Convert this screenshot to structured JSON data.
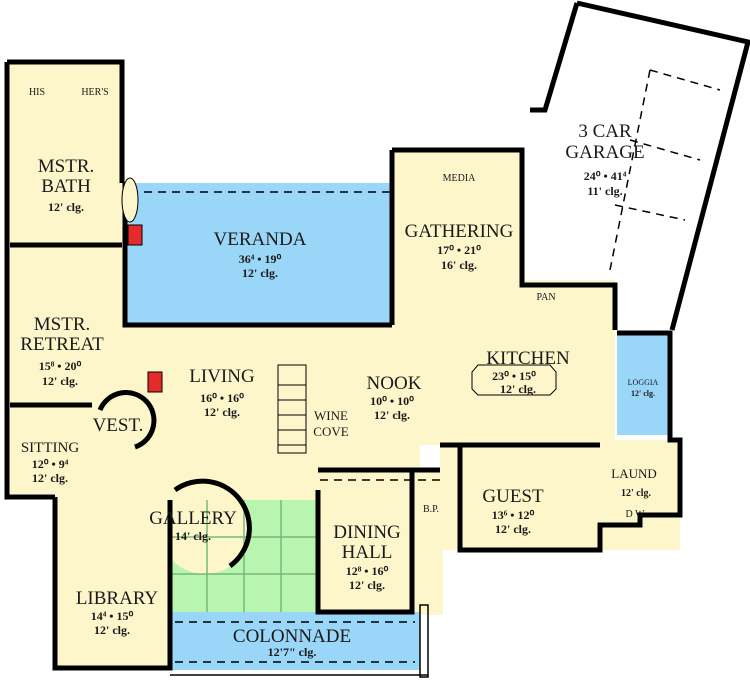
{
  "colors": {
    "floor": "#FDF6CB",
    "veranda": "#9AD6F8",
    "courtyard": "#B8F5B1",
    "fireplace": "#E52A2A",
    "walls": "#000000"
  },
  "rooms": [
    {
      "name": "HIS"
    },
    {
      "name": "HER'S"
    },
    {
      "name": "MSTR. BATH",
      "ceiling": "12' clg."
    },
    {
      "name": "MSTR. RETREAT",
      "dims": "15⁸ • 20⁰",
      "ceiling": "12' clg."
    },
    {
      "name": "SITTING",
      "dims": "12⁰ • 9⁴",
      "ceiling": "12' clg."
    },
    {
      "name": "VEST."
    },
    {
      "name": "VERANDA",
      "dims": "36⁴ • 19⁰",
      "ceiling": "12' clg."
    },
    {
      "name": "LIVING",
      "dims": "16⁰ • 16⁰",
      "ceiling": "12' clg."
    },
    {
      "name": "WINE COVE"
    },
    {
      "name": "NOOK",
      "dims": "10⁰ • 10⁰",
      "ceiling": "12' clg."
    },
    {
      "name": "MEDIA"
    },
    {
      "name": "GATHERING",
      "dims": "17⁰ • 21⁰",
      "ceiling": "16' clg."
    },
    {
      "name": "3 CAR GARAGE",
      "dims": "24⁰ • 41⁴",
      "ceiling": "11' clg."
    },
    {
      "name": "PAN"
    },
    {
      "name": "KITCHEN",
      "dims": "23⁰ • 15⁰",
      "ceiling": "12' clg."
    },
    {
      "name": "LOGGIA",
      "ceiling": "12' clg."
    },
    {
      "name": "LAUND",
      "ceiling": "12' clg."
    },
    {
      "name": "D W"
    },
    {
      "name": "GUEST",
      "dims": "13⁶ • 12⁰",
      "ceiling": "12' clg."
    },
    {
      "name": "B.P."
    },
    {
      "name": "DINING HALL",
      "dims": "12⁸ • 16⁰",
      "ceiling": "12' clg."
    },
    {
      "name": "GALLERY",
      "ceiling": "14' clg."
    },
    {
      "name": "LIBRARY",
      "dims": "14⁴ • 15⁰",
      "ceiling": "12' clg."
    },
    {
      "name": "COLONNADE",
      "ceiling": "12'7\" clg."
    }
  ]
}
